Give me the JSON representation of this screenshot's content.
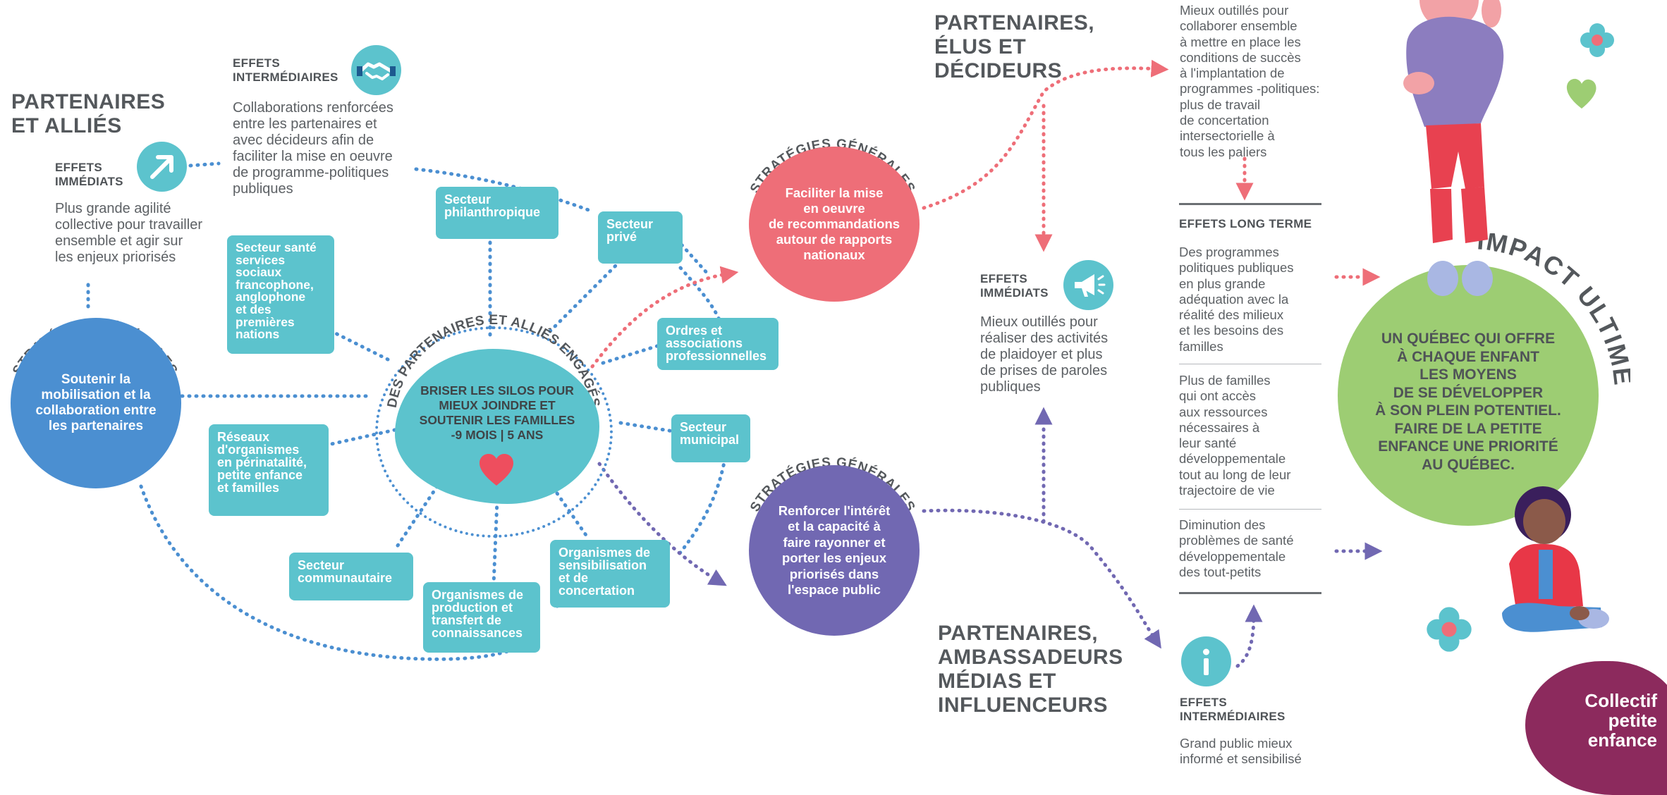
{
  "partners_heading": [
    "PARTENAIRES",
    "ET ALLIÉS"
  ],
  "partners_elus_heading": [
    "PARTENAIRES,",
    "ÉLUS ET",
    "DÉCIDEURS"
  ],
  "partners_media_heading": [
    "PARTENAIRES,",
    "AMBASSADEURS",
    "MÉDIAS ET",
    "INFLUENCEURS"
  ],
  "effets_intermediaires_top": {
    "label": [
      "EFFETS",
      "INTERMÉDIAIRES"
    ],
    "text": [
      "Collaborations renforcées",
      "entre les partenaires et",
      "avec décideurs afin de",
      "faciliter la mise en oeuvre",
      "de programme-politiques",
      "publiques"
    ],
    "icon": "handshake-icon"
  },
  "effets_immediats_left": {
    "label": [
      "EFFETS",
      "IMMÉDIATS"
    ],
    "text": [
      "Plus grande agilité",
      "collective pour travailler",
      "ensemble et agir sur",
      "les enjeux priorisés"
    ],
    "icon": "arrow-up-right-icon"
  },
  "effets_immediats_mid": {
    "label": [
      "EFFETS",
      "IMMÉDIATS"
    ],
    "text": [
      "Mieux outillés pour",
      "réaliser des activités",
      "de plaidoyer et plus",
      "de prises de paroles",
      "publiques"
    ],
    "icon": "megaphone-icon"
  },
  "effets_intermediaires_bottom": {
    "label": [
      "EFFETS",
      "INTERMÉDIAIRES"
    ],
    "text": [
      "Grand public mieux",
      "informé et sensibilisé"
    ],
    "icon": "info-icon"
  },
  "top_right_text": [
    "Mieux outillés pour",
    "collaborer ensemble",
    "à mettre en place les",
    "conditions de succès",
    "à l'implantation de",
    "programmes -politiques:",
    "plus de travail",
    "de concertation",
    "intersectorielle à",
    "tous les paliers"
  ],
  "long_term": {
    "label": "EFFETS LONG TERME",
    "items": [
      [
        "Des programmes",
        "politiques publiques",
        "en plus grande",
        "adéquation avec la",
        "réalité  des milieux",
        "et les besoins des",
        "familles"
      ],
      [
        "Plus de familles",
        "qui ont accès",
        "aux ressources",
        "nécessaires à",
        "leur santé",
        "développementale",
        "tout au long de leur",
        "trajectoire de vie"
      ],
      [
        "Diminution des",
        "problèmes de santé",
        "développementale",
        "des tout-petits"
      ]
    ]
  },
  "strategies_arc_label": "STRATÉGIES GÉNÉRALES",
  "center_arc_label": "DES PARTENAIRES ET ALLIÉS ENGAGÉS",
  "strategy_left": [
    "Soutenir la",
    "mobilisation et la",
    "collaboration entre",
    "les partenaires"
  ],
  "strategy_red": [
    "Faciliter la mise",
    "en oeuvre",
    "de recommandations",
    "autour de rapports",
    "nationaux"
  ],
  "strategy_purple": [
    "Renforcer l'intérêt",
    "et la capacité à",
    "faire rayonner et",
    "porter les enjeux",
    "priorisés dans",
    "l'espace public"
  ],
  "center_text": [
    "BRISER LES SILOS POUR",
    "MIEUX JOINDRE ET",
    "SOUTENIR LES FAMILLES",
    "-9 MOIS | 5 ANS"
  ],
  "sectors": [
    [
      "Secteur",
      "philanthropique"
    ],
    [
      "Secteur",
      "privé"
    ],
    [
      "Secteur santé",
      "services",
      "sociaux",
      "francophone,",
      "anglophone",
      "et des",
      "premières",
      "nations"
    ],
    [
      "Ordres et",
      "associations",
      "professionnelles"
    ],
    [
      "Secteur",
      "municipal"
    ],
    [
      "Réseaux",
      "d'organismes",
      "en périnatalité,",
      "petite enfance",
      "et familles"
    ],
    [
      "Organismes de",
      "sensibilisation",
      "et de",
      "concertation"
    ],
    [
      "Secteur",
      "communautaire"
    ],
    [
      "Organismes de",
      "production et",
      "transfert de",
      "connaissances"
    ]
  ],
  "impact_label": "IMPACT ULTIME",
  "impact_text": [
    "UN QUÉBEC QUI OFFRE",
    "À CHAQUE ENFANT",
    "LES MOYENS",
    "DE SE DÉVELOPPER",
    "À SON PLEIN POTENTIEL.",
    "FAIRE DE LA PETITE",
    "ENFANCE UNE PRIORITÉ",
    "AU QUÉBEC."
  ],
  "logo_text": [
    "Collectif",
    "petite",
    "enfance"
  ],
  "colors": {
    "teal": "#5cc3cd",
    "blue": "#4b8fd1",
    "red": "#ee6e78",
    "purple": "#7168b2",
    "green": "#9dcd73",
    "logo": "#8c2a5d",
    "text": "#555a5e"
  }
}
